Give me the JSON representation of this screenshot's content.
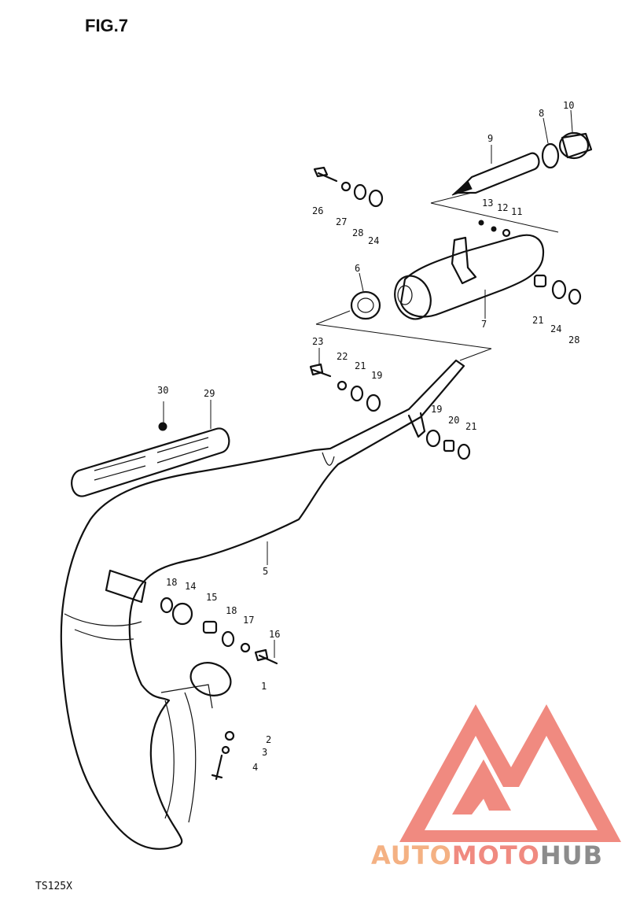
{
  "figure": {
    "title": "FIG.7",
    "model": "TS125X"
  },
  "brand": {
    "part1": "AUTO",
    "part2": "MOTO",
    "part3": "HUB",
    "color_orange": "#f4b183",
    "color_red": "#f08a80",
    "color_gray": "#8c8c8c"
  },
  "callouts": {
    "c1": "1",
    "c2": "2",
    "c3": "3",
    "c4": "4",
    "c5": "5",
    "c6": "6",
    "c7": "7",
    "c8": "8",
    "c9": "9",
    "c10": "10",
    "c11": "11",
    "c12": "12",
    "c13": "13",
    "c14": "14",
    "c15": "15",
    "c16": "16",
    "c17": "17",
    "c18a": "18",
    "c18b": "18",
    "c19a": "19",
    "c19b": "19",
    "c20": "20",
    "c21a": "21",
    "c21b": "21",
    "c22": "22",
    "c23": "23",
    "c24a": "24",
    "c24b": "24",
    "c26": "26",
    "c27": "27",
    "c28a": "28",
    "c28b": "28",
    "c29": "29",
    "c30": "30"
  }
}
